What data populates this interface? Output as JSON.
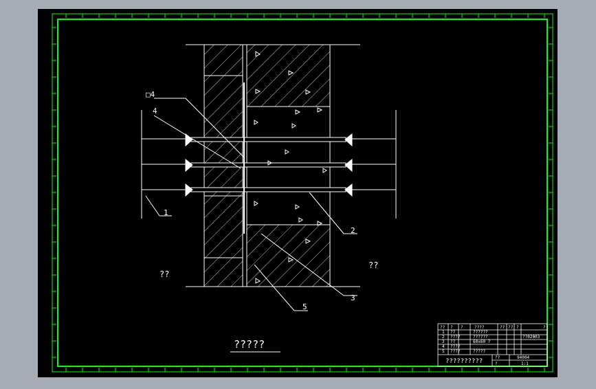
{
  "colors": {
    "viewport_bg": "#a6acb6",
    "paper": "#000000",
    "frame": "#00ff00",
    "lines": "#ffffff"
  },
  "drawing": {
    "top_label": "□4",
    "callouts": [
      "4",
      "1",
      "2",
      "3",
      "5"
    ],
    "left_room_label": "??",
    "right_room_label": "??",
    "title": "?????"
  },
  "title_block": {
    "header": [
      "??",
      "?",
      "?",
      "????",
      "??",
      "??",
      "?",
      "?"
    ],
    "rows": [
      [
        "1",
        "??",
        "??????"
      ],
      [
        "2",
        "????",
        "??????",
        "",
        "",
        "",
        "??02003"
      ],
      [
        "3",
        "??",
        "60x60 ?"
      ],
      [
        "4",
        "????",
        ""
      ],
      [
        "5",
        "????",
        "?????"
      ]
    ],
    "footer_name": "??????????",
    "footer_fields": [
      "??",
      "94004",
      "?",
      "1:1"
    ]
  }
}
